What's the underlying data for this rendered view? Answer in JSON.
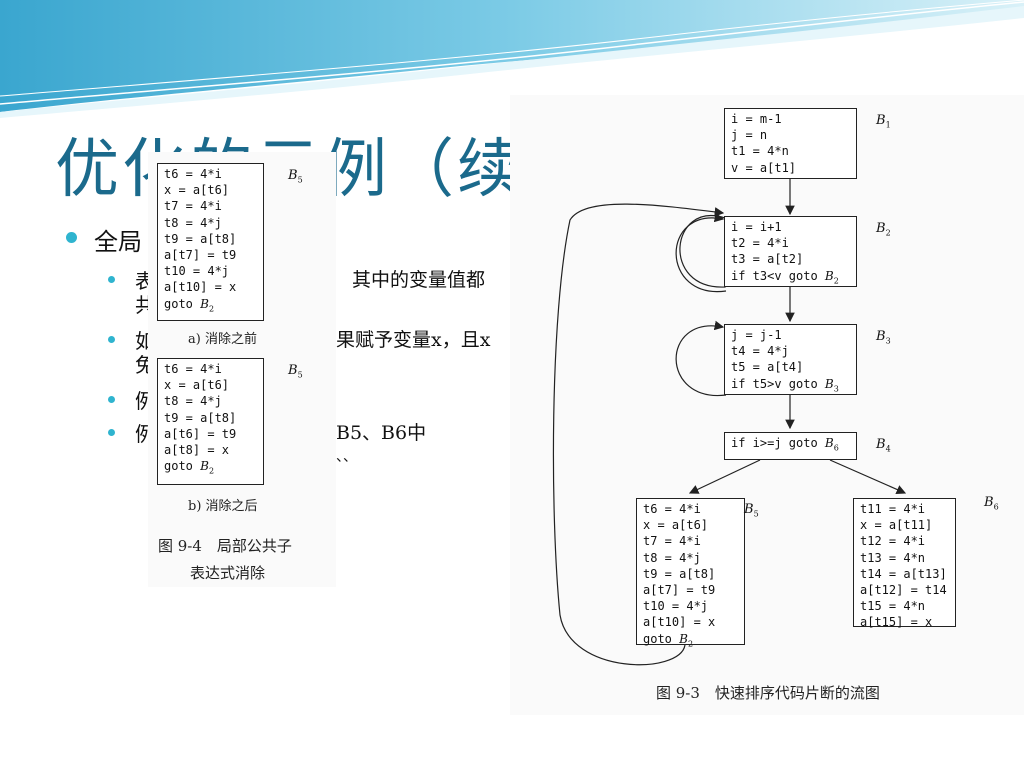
{
  "slide": {
    "title": "优化的示例（续",
    "bullets": [
      {
        "level": 1,
        "text": "全局"
      },
      {
        "level": 2,
        "text": "表"
      },
      {
        "level": 2,
        "text": "共"
      },
      {
        "level": 2,
        "text": "如"
      },
      {
        "level": 2,
        "text": "免"
      },
      {
        "level": 2,
        "text": "例"
      },
      {
        "level": 2,
        "text": "例"
      }
    ],
    "fragments": {
      "f1": "其中的变量值都",
      "f2": "果赋予变量x，且x",
      "f3": "B5、B6中",
      "f4": "、、"
    }
  },
  "figure_left": {
    "block_a_lines": [
      "t6 = 4*i",
      "x = a[t6]",
      "t7 = 4*i",
      "t8 = 4*j",
      "t9 = a[t8]",
      "a[t7] = t9",
      "t10 = 4*j",
      "a[t10] = x",
      "goto "
    ],
    "block_a_goto_target": "B",
    "block_a_goto_sub": "2",
    "block_a_label": "B",
    "block_a_label_sub": "5",
    "caption_a": "a) 消除之前",
    "block_b_lines": [
      "t6 = 4*i",
      "x = a[t6]",
      "t8 = 4*j",
      "t9 = a[t8]",
      "a[t6] = t9",
      "a[t8] = x",
      "goto "
    ],
    "block_b_goto_target": "B",
    "block_b_goto_sub": "2",
    "block_b_label": "B",
    "block_b_label_sub": "5",
    "caption_b": "b) 消除之后",
    "figure_caption_line1": "图 9-4　局部公共子",
    "figure_caption_line2": "表达式消除"
  },
  "figure_right": {
    "blocks": [
      {
        "id": "B1",
        "label": "B",
        "sub": "1",
        "lines": [
          "i = m-1",
          "j = n",
          "t1 = 4*n",
          "v = a[t1]"
        ]
      },
      {
        "id": "B2",
        "label": "B",
        "sub": "2",
        "lines": [
          "i = i+1",
          "t2 = 4*i",
          "t3 = a[t2]",
          "if t3<v goto "
        ],
        "goto": "B",
        "goto_sub": "2"
      },
      {
        "id": "B3",
        "label": "B",
        "sub": "3",
        "lines": [
          "j = j-1",
          "t4 = 4*j",
          "t5 = a[t4]",
          "if t5>v goto "
        ],
        "goto": "B",
        "goto_sub": "3"
      },
      {
        "id": "B4",
        "label": "B",
        "sub": "4",
        "lines": [
          "if i>=j goto "
        ],
        "goto": "B",
        "goto_sub": "6"
      },
      {
        "id": "B5",
        "label": "B",
        "sub": "5",
        "lines": [
          "t6 = 4*i",
          "x = a[t6]",
          "t7 = 4*i",
          "t8 = 4*j",
          "t9 = a[t8]",
          "a[t7] = t9",
          "t10 = 4*j",
          "a[t10] = x",
          "goto "
        ],
        "goto": "B",
        "goto_sub": "2"
      },
      {
        "id": "B6",
        "label": "B",
        "sub": "6",
        "lines": [
          "t11 = 4*i",
          "x = a[t11]",
          "t12 = 4*i",
          "t13 = 4*n",
          "t14 = a[t13]",
          "a[t12] = t14",
          "t15 = 4*n",
          "a[t15] = x"
        ]
      }
    ],
    "figure_caption": "图 9-3　快速排序代码片断的流图"
  },
  "colors": {
    "title": "#1b6a8c",
    "bullet": "#2fb4cf",
    "wave_dark": "#4fb3d6",
    "wave_light": "#bfe6f3"
  }
}
